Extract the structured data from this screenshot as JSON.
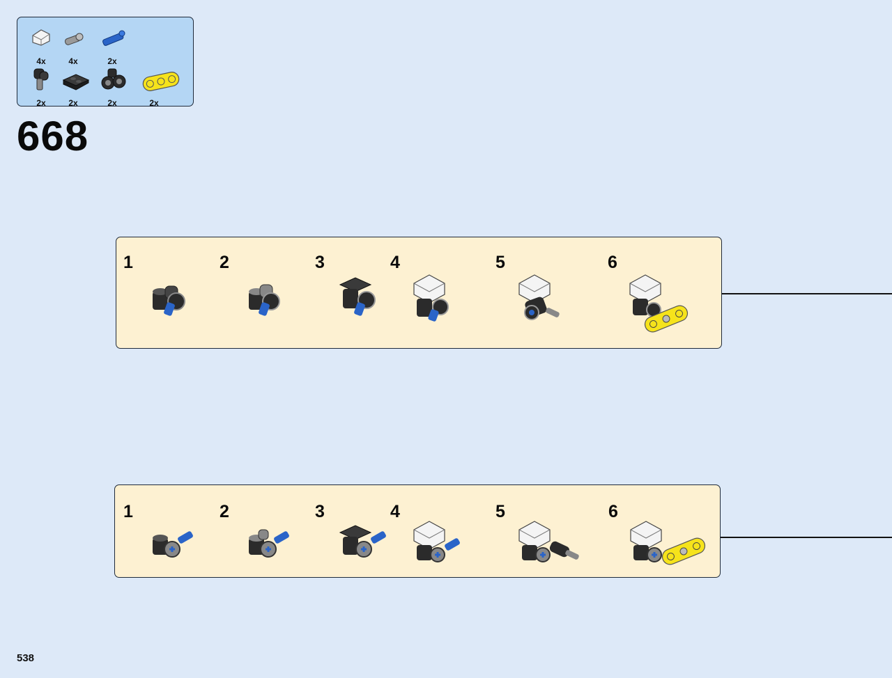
{
  "step": {
    "number": "668"
  },
  "page": {
    "number": "538"
  },
  "parts": [
    {
      "icon": "white-slope-brick-icon",
      "qty": "4x"
    },
    {
      "icon": "gray-axle-pin-icon",
      "qty": "4x"
    },
    {
      "icon": "blue-axle-pin-icon",
      "qty": "2x"
    },
    {
      "icon": "black-angle-connector-icon",
      "qty": "2x"
    },
    {
      "icon": "black-plate-icon",
      "qty": "2x"
    },
    {
      "icon": "black-double-pin-connector-icon",
      "qty": "2x"
    },
    {
      "icon": "yellow-beam-3-icon",
      "qty": "2x"
    }
  ],
  "callouts": [
    {
      "substeps": [
        "1",
        "2",
        "3",
        "4",
        "5",
        "6"
      ]
    },
    {
      "substeps": [
        "1",
        "2",
        "3",
        "4",
        "5",
        "6"
      ]
    }
  ],
  "colors": {
    "background": "#dde9f8",
    "parts_box": "#b4d6f4",
    "callout": "#fdf1d2",
    "technic_black": "#2b2b2b",
    "technic_blue": "#2a64c8",
    "technic_yellow": "#f6e31b"
  }
}
